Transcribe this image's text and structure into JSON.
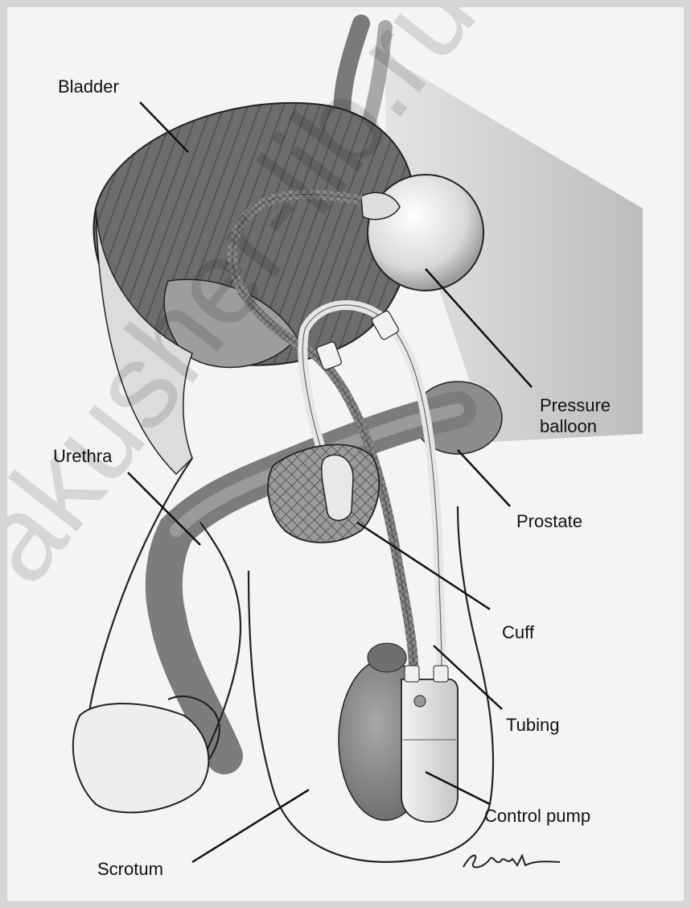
{
  "labels": {
    "bladder": "Bladder",
    "pressure_balloon": "Pressure\nballoon",
    "urethra": "Urethra",
    "prostate": "Prostate",
    "cuff": "Cuff",
    "tubing": "Tubing",
    "control_pump": "Control pump",
    "scrotum": "Scrotum"
  },
  "watermark": "akusher-lib.ru",
  "signature": "SCHENK",
  "colors": {
    "tissue_dark": "#6a6a6a",
    "tissue_mid": "#8a8a8a",
    "tissue_light": "#cfcfcf",
    "device_light": "#e8e8e8",
    "outline": "#222222",
    "background": "#f4f4f4"
  }
}
